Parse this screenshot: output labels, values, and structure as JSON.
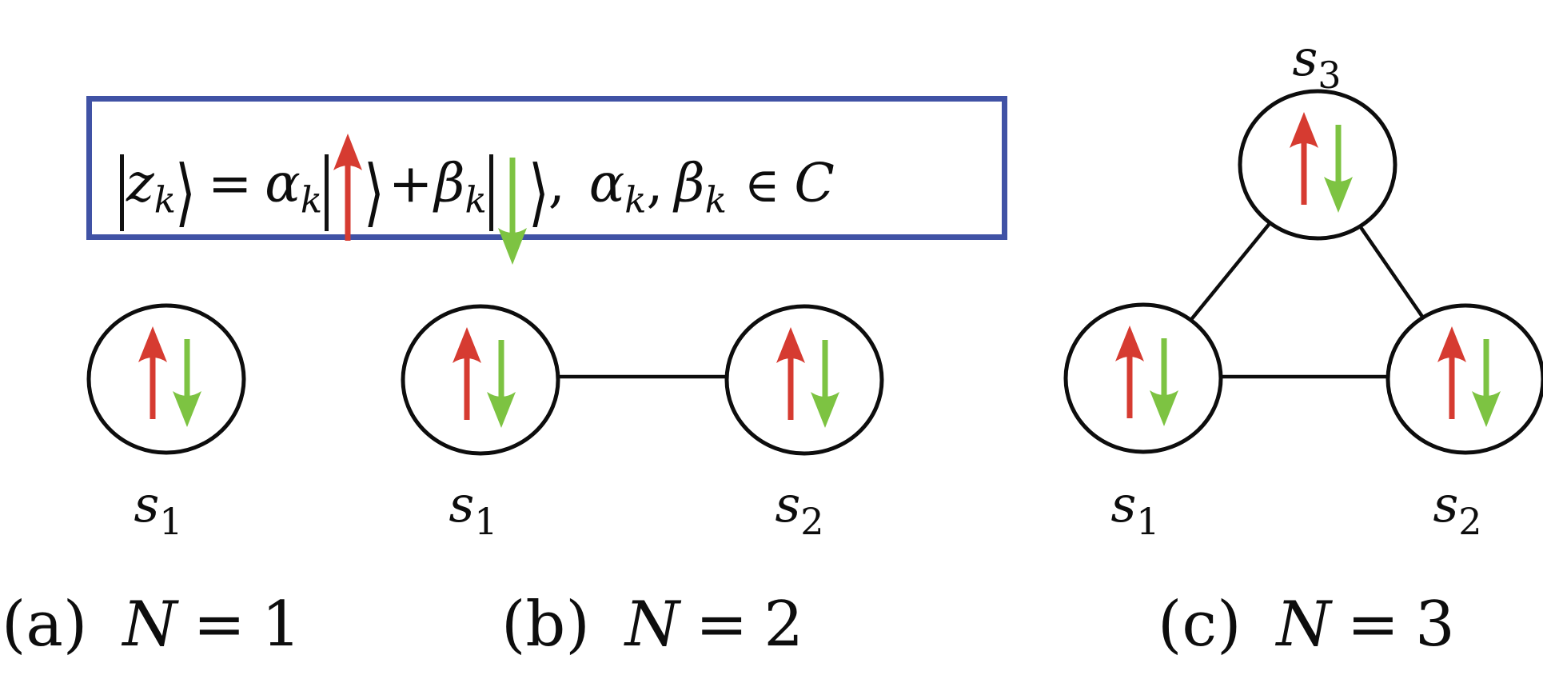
{
  "formula": {
    "text": "|z_k> = a_k|up> + b_k|down>, a_k, b_k in C",
    "ket_z": {
      "main": "z",
      "sub": "k",
      "rangle": "⟩"
    },
    "equals": "=",
    "alpha1": {
      "main": "α",
      "sub": "k"
    },
    "ket_up_rangle": "⟩",
    "plus": "+",
    "beta1": {
      "main": "β",
      "sub": "k"
    },
    "ket_down_rangle": "⟩",
    "comma1": ",",
    "alpha2": {
      "main": "α",
      "sub": "k"
    },
    "comma2": ",",
    "beta2": {
      "main": "β",
      "sub": "k"
    },
    "membership": "∈",
    "complex_set": "C"
  },
  "colors": {
    "spin_up_red": "#d63b31",
    "spin_down_green": "#7dc342",
    "box_border_blue": "#4052a5",
    "stroke_black": "#0d0d0d"
  },
  "panels": {
    "a": {
      "caption": {
        "index": "(a)",
        "variable": "N",
        "equals": "=",
        "value": "1"
      },
      "nodes": [
        {
          "base": "s",
          "sub": "1"
        }
      ]
    },
    "b": {
      "caption": {
        "index": "(b)",
        "variable": "N",
        "equals": "=",
        "value": "2"
      },
      "nodes": [
        {
          "base": "s",
          "sub": "1"
        },
        {
          "base": "s",
          "sub": "2"
        }
      ]
    },
    "c": {
      "caption": {
        "index": "(c)",
        "variable": "N",
        "equals": "=",
        "value": "3"
      },
      "nodes": [
        {
          "base": "s",
          "sub": "1"
        },
        {
          "base": "s",
          "sub": "2"
        },
        {
          "base": "s",
          "sub": "3"
        }
      ]
    }
  }
}
